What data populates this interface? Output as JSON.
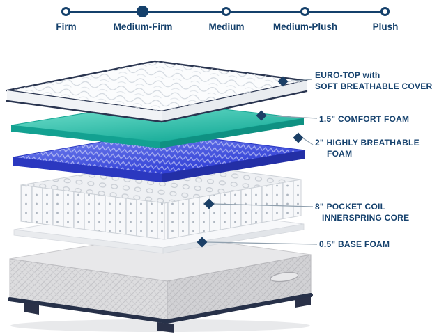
{
  "scale": {
    "items": [
      {
        "label": "Firm",
        "selected": false
      },
      {
        "label": "Medium-Firm",
        "selected": true
      },
      {
        "label": "Medium",
        "selected": false
      },
      {
        "label": "Medium-Plush",
        "selected": false
      },
      {
        "label": "Plush",
        "selected": false
      }
    ],
    "selected_index": 1
  },
  "layers": {
    "euro_top": {
      "line1": "EURO-TOP with",
      "line2": "SOFT BREATHABLE COVER"
    },
    "comfort_foam": {
      "line1": "1.5\" COMFORT FOAM"
    },
    "breathable_foam": {
      "line1": "2\" HIGHLY BREATHABLE",
      "line2": "FOAM"
    },
    "pocket_coil": {
      "line1": "8\" POCKET COIL",
      "line2": "INNERSPRING CORE"
    },
    "base_foam": {
      "line1": "0.5\" BASE FOAM"
    }
  },
  "colors": {
    "navy": "#14406b",
    "diamond": "#1b3f66",
    "teal": "#1cb2a0",
    "blue": "#2c3bd4",
    "leader_line": "#90a0ae"
  }
}
